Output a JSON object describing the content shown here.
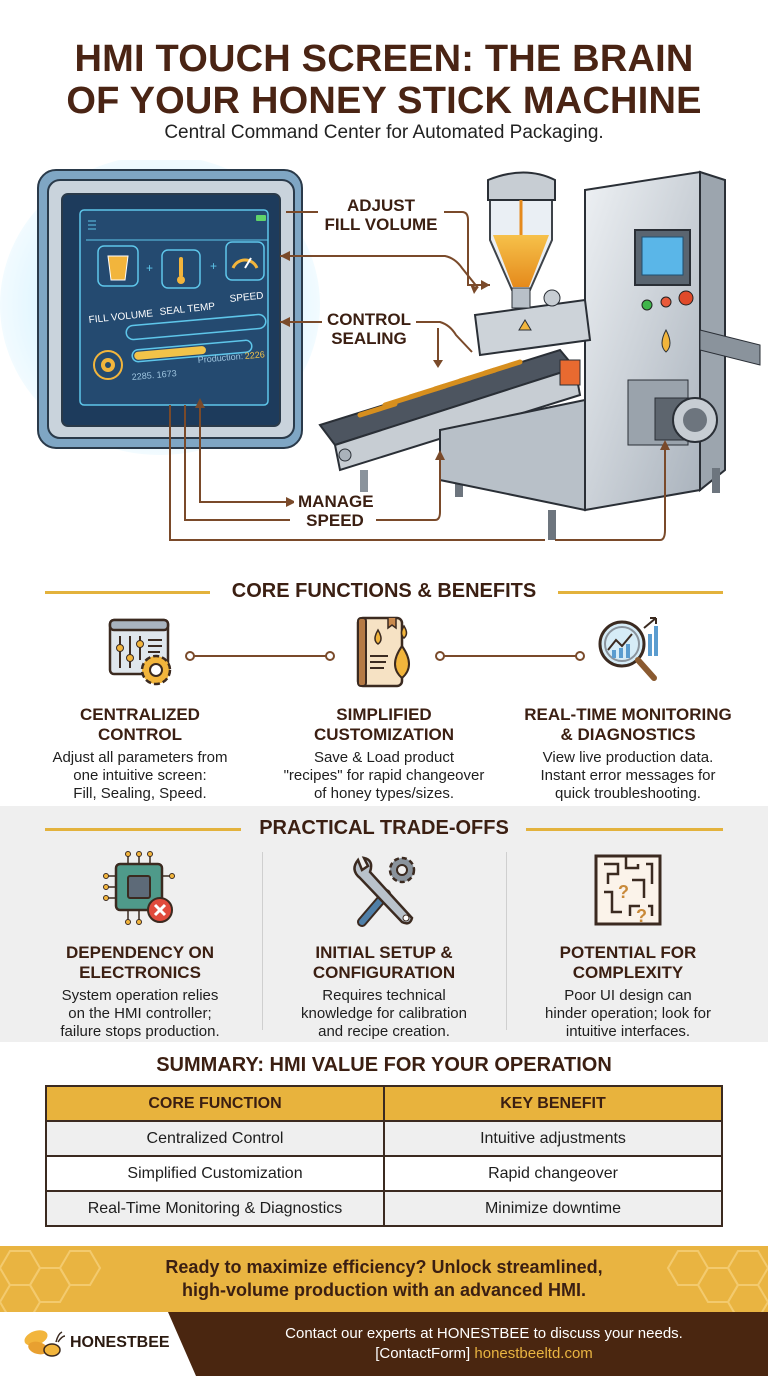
{
  "header": {
    "title_line1": "HMI TOUCH SCREEN: THE BRAIN",
    "title_line2": "OF YOUR HONEY STICK MACHINE",
    "subtitle": "Central Command Center for Automated Packaging."
  },
  "hero": {
    "hmi_screen": {
      "tiles": [
        "FILL VOLUME",
        "SEAL TEMP",
        "SPEED"
      ],
      "counter": "2285. 1673",
      "production_label": "Production:",
      "production_value": "2226"
    },
    "callouts": {
      "fill_volume": [
        "ADJUST",
        "FILL VOLUME"
      ],
      "sealing": [
        "CONTROL",
        "SEALING"
      ],
      "speed": [
        "MANAGE",
        "SPEED"
      ]
    }
  },
  "core": {
    "heading": "CORE FUNCTIONS & BENEFITS",
    "items": [
      {
        "icon": "control-panel-gear-icon",
        "title_line1": "CENTRALIZED",
        "title_line2": "CONTROL",
        "desc": [
          "Adjust all parameters from",
          "one intuitive screen:",
          "Fill, Sealing, Speed."
        ]
      },
      {
        "icon": "recipe-book-honey-icon",
        "title_line1": "SIMPLIFIED",
        "title_line2": "CUSTOMIZATION",
        "desc": [
          "Save & Load product",
          "\"recipes\" for rapid changeover",
          "of honey types/sizes."
        ]
      },
      {
        "icon": "magnifier-chart-icon",
        "title_line1": "REAL-TIME MONITORING",
        "title_line2": "& DIAGNOSTICS",
        "desc": [
          "View live production data.",
          "Instant error messages for",
          "quick troubleshooting."
        ]
      }
    ]
  },
  "tradeoffs": {
    "heading": "PRACTICAL TRADE-OFFS",
    "items": [
      {
        "icon": "circuit-chip-error-icon",
        "title_line1": "DEPENDENCY ON",
        "title_line2": "ELECTRONICS",
        "desc": [
          "System operation relies",
          "on the HMI controller;",
          "failure stops production."
        ]
      },
      {
        "icon": "wrench-gear-icon",
        "title_line1": "INITIAL SETUP &",
        "title_line2": "CONFIGURATION",
        "desc": [
          "Requires technical",
          "knowledge for calibration",
          "and recipe creation."
        ]
      },
      {
        "icon": "maze-question-icon",
        "title_line1": "POTENTIAL FOR",
        "title_line2": "COMPLEXITY",
        "desc": [
          "Poor UI design can",
          "hinder operation; look for",
          "intuitive interfaces."
        ]
      }
    ]
  },
  "summary": {
    "heading": "SUMMARY: HMI VALUE FOR YOUR OPERATION",
    "columns": [
      "CORE FUNCTION",
      "KEY BENEFIT"
    ],
    "rows": [
      [
        "Centralized Control",
        "Intuitive adjustments"
      ],
      [
        "Simplified Customization",
        "Rapid changeover"
      ],
      [
        "Real-Time Monitoring & Diagnostics",
        "Minimize downtime"
      ]
    ]
  },
  "cta": {
    "line1": "Ready to maximize efficiency? Unlock streamlined,",
    "line2": "high-volume production with an advanced HMI."
  },
  "footer": {
    "brand": "HONESTBEE",
    "contact_line1": "Contact our experts at HONESTBEE to discuss your needs.",
    "contact_form": "[ContactForm]",
    "url": "honestbeeltd.com"
  },
  "colors": {
    "brown": "#4a2414",
    "gold": "#e9b441",
    "screen_blue": "#1d3b5c"
  }
}
